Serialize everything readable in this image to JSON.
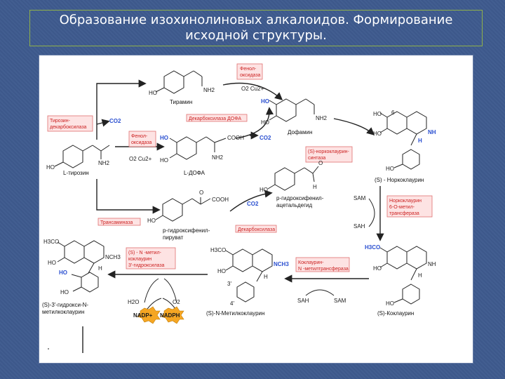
{
  "title": {
    "line1": "Образование изохинолиновых алкалоидов. Формирование",
    "line2": "исходной структуры."
  },
  "compounds": {
    "tyramine": "Тирамин",
    "dopamine": "Дофамин",
    "l_tyrosine": "L-тирозин",
    "l_dopa": "L-ДОФА",
    "norcoclaurine": "(S) - Норкоклаурин",
    "hppa": "р-гидроксифенил-",
    "hppa2": "ацетальдегид",
    "hpp": "р-гидроксифенил-",
    "hpp2": "пируват",
    "hydroxy_n_methyl": "(S)-3'-гидрокси-N-",
    "hydroxy_n_methyl2": "метилкоклаурин",
    "n_methylcoclaurine": "(S)-N-Метилкоклаурин",
    "coclaurine": "(S)-Коклаурин"
  },
  "enzymes": {
    "phenol_oxidase_top": [
      "Фенол-",
      "оксидаза"
    ],
    "tyrosine_decarboxylase": [
      "Тирозин-",
      "декарбоксилаза"
    ],
    "dopa_decarboxylase": "Декарбоксилаза ДОФА",
    "phenol_oxidase_mid": [
      "Фенол-",
      "оксидаза"
    ],
    "norcoclaurine_synthase": [
      "(S)-норкоклаурин-",
      "синтаза"
    ],
    "norcoclaurine_omt": [
      "Норкоклаурин",
      "6-О-метил-",
      "трансфераза"
    ],
    "transaminase": "Трансаминаза",
    "decarboxylase": "Декарбоксилаза",
    "hydroxylase": [
      "(S) - N -метил-",
      "коклаурин",
      "3'-гидроксилаза"
    ],
    "coclaurine_nmt": [
      "Коклаурин-",
      "N -метилтрансфераза"
    ]
  },
  "chem_labels": {
    "co2": "CO2",
    "o2_cu": "O2 Cu2+",
    "oh": "HO",
    "nh2": "NH2",
    "cooh": "COOH",
    "sam": "SAM",
    "sah": "SAH",
    "h3co": "H3CO",
    "nh": "NH",
    "nch3": "NCH3",
    "h2o": "H2O",
    "o2": "O2",
    "nadp": "NADP+",
    "nadph": "NADPH",
    "h": "H",
    "o": "O",
    "ring_6": "6",
    "ring_3": "3'",
    "ring_4": "4'"
  }
}
